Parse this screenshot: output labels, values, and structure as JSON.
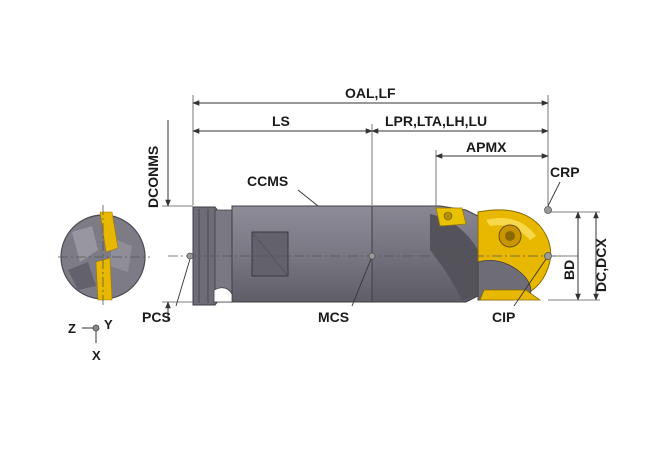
{
  "labels": {
    "oal": "OAL,LF",
    "ls": "LS",
    "lpr": "LPR,LTA,LH,LU",
    "apmx": "APMX",
    "crp": "CRP",
    "ccms": "CCMS",
    "dconms": "DCONMS",
    "bd": "BD",
    "dc": "DC,DCX",
    "pcs": "PCS",
    "mcs": "MCS",
    "cip": "CIP"
  },
  "axes": {
    "z": "Z",
    "y": "Y",
    "x": "X"
  },
  "colors": {
    "body": "#7d7b86",
    "body_dark": "#5c5a64",
    "body_light": "#9a98a3",
    "insert": "#e8b800",
    "insert_dark": "#c99400",
    "line": "#333333",
    "point": "#9a9a9a"
  }
}
